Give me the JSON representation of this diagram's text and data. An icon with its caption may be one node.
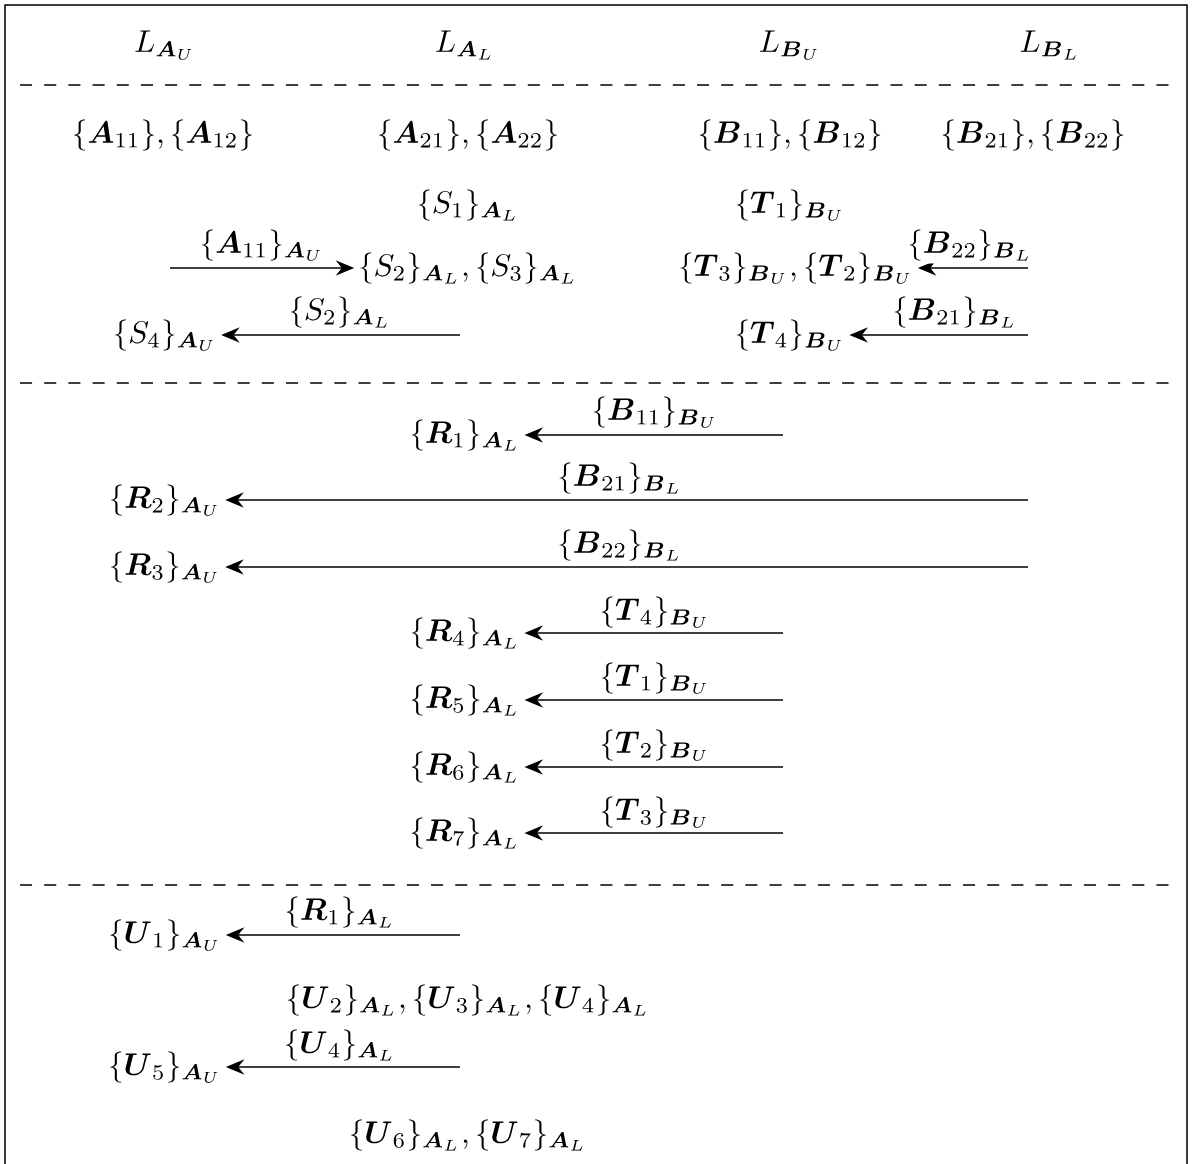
{
  "diagram": {
    "nodes": [
      {
        "text": [
          "\\{S_2\\}_{\\boldsymbol{A}_L}, \\{S_3\\}_{\\boldsymbol{A}_L}"
        ]
      },
      {
        "text": [
          "\\{\\boldsymbol{T}_3\\}_{\\boldsymbol{B}_U}, \\{\\boldsymbol{T}_2\\}_{\\boldsymbol{B}_U}"
        ]
      },
      {
        "text": [
          "\\{S_4\\}_{\\boldsymbol{A}_U}"
        ]
      },
      {
        "text": [
          "\\{\\boldsymbol{T}_4\\}_{\\boldsymbol{B}_U}"
        ]
      },
      {
        "text": [
          "\\{\\boldsymbol{R}_1\\}_{\\boldsymbol{A}_L}"
        ]
      },
      {
        "text": [
          "\\{\\boldsymbol{R}_2\\}_{\\boldsymbol{A}_U}"
        ]
      },
      {
        "text": [
          "\\{\\boldsymbol{R}_3\\}_{\\boldsymbol{A}_U}"
        ]
      },
      {
        "text": [
          "\\{\\boldsymbol{R}_4\\}_{\\boldsymbol{A}_L}"
        ]
      },
      {
        "text": [
          "\\{\\boldsymbol{R}_5\\}_{\\boldsymbol{A}_L}"
        ]
      },
      {
        "text": [
          "\\{\\boldsymbol{R}_6\\}_{\\boldsymbol{A}_L}"
        ]
      },
      {
        "text": [
          "\\{\\boldsymbol{R}_7\\}_{\\boldsymbol{A}_L}"
        ]
      },
      {
        "text": [
          "\\{\\boldsymbol{U}_1\\}_{\\boldsymbol{A}_U}"
        ]
      },
      {
        "text": [
          "\\{\\boldsymbol{U}_5\\}_{\\boldsymbol{A}_U}"
        ]
      }
    ],
    "edges": [
      {
        "from": null,
        "to": 0,
        "arrow": "to",
        "label": "\\{\\boldsymbol{A}_{11}\\}_{\\boldsymbol{A}_U}"
      },
      {
        "from": null,
        "to": 1,
        "arrow": "to",
        "label": "\\{\\boldsymbol{B}_{22}\\}_{\\boldsymbol{B}_L}"
      },
      {
        "from": null,
        "to": 2,
        "arrow": "to",
        "label": "\\{S_2\\}_{\\boldsymbol{A}_L}"
      },
      {
        "from": null,
        "to": 3,
        "arrow": "to",
        "label": "\\{\\boldsymbol{B}_{21}\\}_{\\boldsymbol{B}_L}"
      },
      {
        "from": null,
        "to": 4,
        "arrow": "to",
        "label": "\\{\\boldsymbol{B}_{11}\\}_{\\boldsymbol{B}_U}"
      },
      {
        "from": null,
        "to": 5,
        "arrow": "to",
        "label": "\\{\\boldsymbol{B}_{21}\\}_{\\boldsymbol{B}_L}"
      },
      {
        "from": null,
        "to": 6,
        "arrow": "to",
        "label": "\\{\\boldsymbol{B}_{22}\\}_{\\boldsymbol{B}_L}"
      },
      {
        "from": null,
        "to": 7,
        "arrow": "to",
        "label": "\\{\\boldsymbol{T}_4\\}_{\\boldsymbol{B}_U}"
      },
      {
        "from": null,
        "to": 8,
        "arrow": "to",
        "label": "\\{\\boldsymbol{T}_1\\}_{\\boldsymbol{B}_U}"
      },
      {
        "from": null,
        "to": 9,
        "arrow": "to",
        "label": "\\{\\boldsymbol{T}_2\\}_{\\boldsymbol{B}_U}"
      },
      {
        "from": null,
        "to": 10,
        "arrow": "to",
        "label": "\\{\\boldsymbol{T}_3\\}_{\\boldsymbol{B}_U}"
      },
      {
        "from": null,
        "to": 11,
        "arrow": "to",
        "label": "\\{\\boldsymbol{R}_1\\}_{\\boldsymbol{A}_L}"
      },
      {
        "from": null,
        "to": 12,
        "arrow": "to",
        "label": "\\{\\boldsymbol{U}_4\\}_{\\boldsymbol{A}_L}"
      }
    ],
    "labels": [
      "L_{\\boldsymbol{A}_U}",
      "L_{\\boldsymbol{A}_L}",
      "L_{\\boldsymbol{B}_U}",
      "L_{\\boldsymbol{B}_L}",
      "\\{\\boldsymbol{A}_{11}\\}, \\{\\boldsymbol{A}_{12}\\}",
      "\\{\\boldsymbol{A}_{21}\\}, \\{\\boldsymbol{A}_{22}\\}",
      "\\{\\boldsymbol{B}_{11}\\}, \\{\\boldsymbol{B}_{12}\\}",
      "\\{\\boldsymbol{B}_{21}\\}, \\{\\boldsymbol{B}_{22}\\}",
      "\\{S_1\\}_{\\boldsymbol{A}_L}",
      "\\{\\boldsymbol{T}_1\\}_{\\boldsymbol{B}_U}",
      "\\{\\boldsymbol{U}_2\\}_{\\boldsymbol{A}_L}, \\{\\boldsymbol{U}_3\\}_{\\boldsymbol{A}_L}, \\{\\boldsymbol{U}_4\\}_{\\boldsymbol{A}_L}",
      "\\{\\boldsymbol{U}_6\\}_{\\boldsymbol{A}_L}, \\{\\boldsymbol{U}_7\\}_{\\boldsymbol{A}_L}"
    ]
  }
}
